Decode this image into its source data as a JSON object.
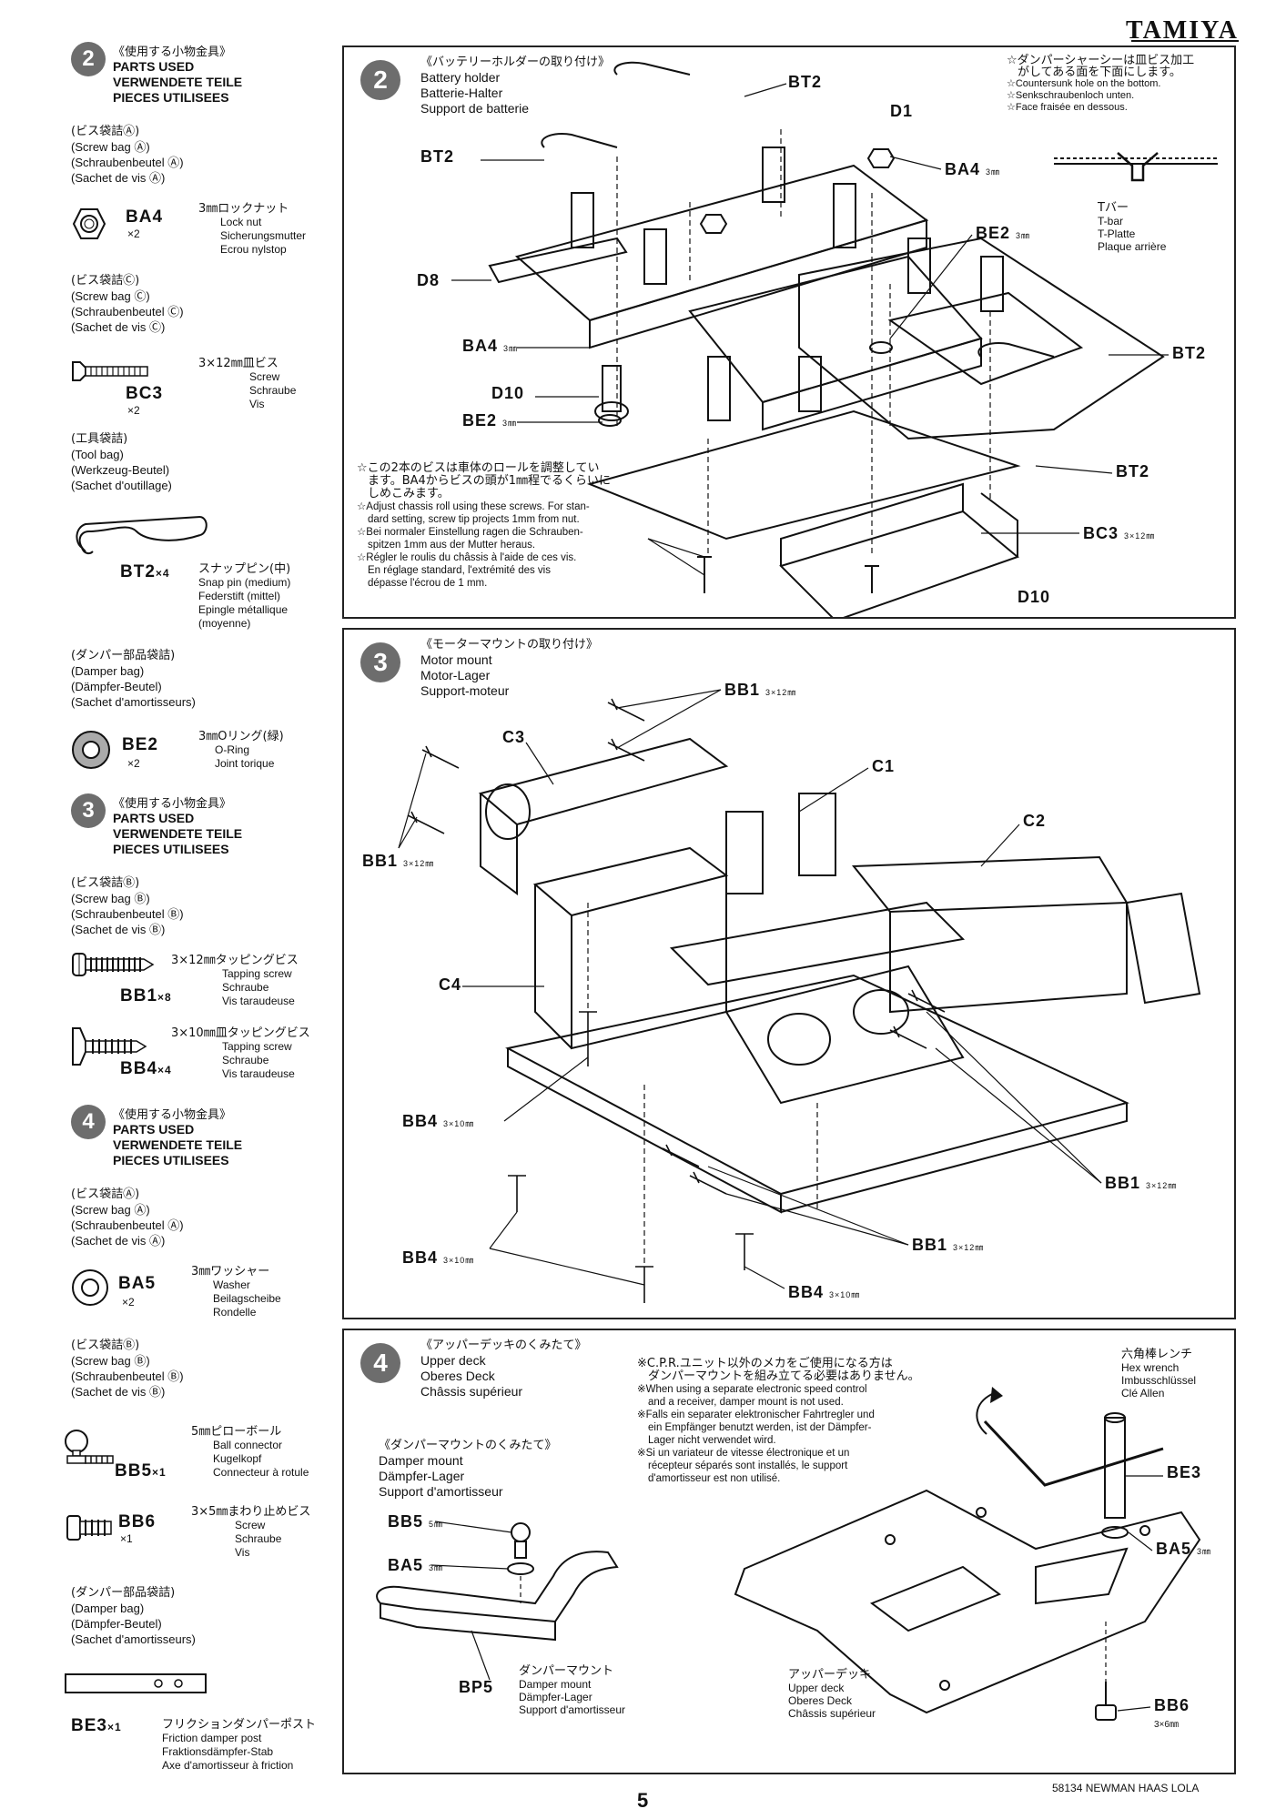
{
  "brand": "TAMIYA",
  "page_number": "5",
  "footer_model": "58134 NEWMAN HAAS LOLA",
  "sidebar": {
    "s2": {
      "num": "2",
      "jp": "《使用する小物金具》",
      "titles": [
        "PARTS USED",
        "VERWENDETE TEILE",
        "PIECES UTILISEES"
      ],
      "bagA": {
        "jp": "(ビス袋詰Ⓐ)",
        "lines": [
          "(Screw bag Ⓐ)",
          "(Schraubenbeutel Ⓐ)",
          "(Sachet de vis Ⓐ)"
        ]
      },
      "ba4": {
        "code": "BA4",
        "qty": "×2",
        "jp": "3㎜ロックナット",
        "names": [
          "Lock nut",
          "Sicherungsmutter",
          "Ecrou nylstop"
        ]
      },
      "bagC": {
        "jp": "(ビス袋詰Ⓒ)",
        "lines": [
          "(Screw bag Ⓒ)",
          "(Schraubenbeutel Ⓒ)",
          "(Sachet de vis Ⓒ)"
        ]
      },
      "bc3": {
        "code": "BC3",
        "qty": "×2",
        "jp": "3×12㎜皿ビス",
        "names": [
          "Screw",
          "Schraube",
          "Vis"
        ]
      },
      "tool": {
        "jp": "(工具袋詰)",
        "lines": [
          "(Tool bag)",
          "(Werkzeug-Beutel)",
          "(Sachet d'outillage)"
        ]
      },
      "bt2": {
        "code": "BT2",
        "qty": "×4",
        "jp": "スナップピン(中)",
        "names": [
          "Snap pin (medium)",
          "Federstift (mittel)",
          "Epingle métallique",
          "(moyenne)"
        ]
      },
      "damper": {
        "jp": "(ダンパー部品袋詰)",
        "lines": [
          "(Damper bag)",
          "(Dämpfer-Beutel)",
          "(Sachet d'amortisseurs)"
        ]
      },
      "be2": {
        "code": "BE2",
        "qty": "×2",
        "jp": "3㎜Oリング(緑)",
        "names": [
          "O-Ring",
          "Joint torique"
        ]
      }
    },
    "s3": {
      "num": "3",
      "jp": "《使用する小物金具》",
      "titles": [
        "PARTS USED",
        "VERWENDETE TEILE",
        "PIECES UTILISEES"
      ],
      "bagB": {
        "jp": "(ビス袋詰Ⓑ)",
        "lines": [
          "(Screw bag Ⓑ)",
          "(Schraubenbeutel Ⓑ)",
          "(Sachet de vis Ⓑ)"
        ]
      },
      "bb1": {
        "code": "BB1",
        "qty": "×8",
        "jp": "3×12㎜タッピングビス",
        "names": [
          "Tapping screw",
          "Schraube",
          "Vis taraudeuse"
        ]
      },
      "bb4": {
        "code": "BB4",
        "qty": "×4",
        "jp": "3×10㎜皿タッピングビス",
        "names": [
          "Tapping screw",
          "Schraube",
          "Vis taraudeuse"
        ]
      }
    },
    "s4": {
      "num": "4",
      "jp": "《使用する小物金具》",
      "titles": [
        "PARTS USED",
        "VERWENDETE TEILE",
        "PIECES UTILISEES"
      ],
      "bagA": {
        "jp": "(ビス袋詰Ⓐ)",
        "lines": [
          "(Screw bag Ⓐ)",
          "(Schraubenbeutel Ⓐ)",
          "(Sachet de vis Ⓐ)"
        ]
      },
      "ba5": {
        "code": "BA5",
        "qty": "×2",
        "jp": "3㎜ワッシャー",
        "names": [
          "Washer",
          "Beilagscheibe",
          "Rondelle"
        ]
      },
      "bagB": {
        "jp": "(ビス袋詰Ⓑ)",
        "lines": [
          "(Screw bag Ⓑ)",
          "(Schraubenbeutel Ⓑ)",
          "(Sachet de vis Ⓑ)"
        ]
      },
      "bb5": {
        "code": "BB5",
        "qty": "×1",
        "jp": "5㎜ピローボール",
        "names": [
          "Ball connector",
          "Kugelkopf",
          "Connecteur à rotule"
        ]
      },
      "bb6": {
        "code": "BB6",
        "qty": "×1",
        "jp": "3×5㎜まわり止めビス",
        "names": [
          "Screw",
          "Schraube",
          "Vis"
        ]
      },
      "damper": {
        "jp": "(ダンパー部品袋詰)",
        "lines": [
          "(Damper bag)",
          "(Dämpfer-Beutel)",
          "(Sachet d'amortisseurs)"
        ]
      },
      "be3": {
        "code": "BE3",
        "qty": "×1",
        "jp": "フリクションダンパーポスト",
        "names": [
          "Friction damper post",
          "Fraktionsdämpfer-Stab",
          "Axe d'amortisseur à friction"
        ]
      }
    }
  },
  "step2": {
    "num": "2",
    "jp": "《バッテリーホルダーの取り付け》",
    "titles": [
      "Battery holder",
      "Batterie-Halter",
      "Support de batterie"
    ],
    "note_top_jp": [
      "☆ダンパーシャーシーは皿ビス加工",
      "がしてある面を下面にします。"
    ],
    "note_top": [
      "☆Countersunk hole on the bottom.",
      "☆Senkschraubenloch unten.",
      "☆Face fraisée en dessous."
    ],
    "tbar": {
      "jp": "Tバー",
      "names": [
        "T-bar",
        "T-Platte",
        "Plaque arrière"
      ]
    },
    "note_bottom_jp": [
      "☆この2本のビスは車体のロールを調整してい",
      "ます。BA4からビスの頭が1㎜程でるくらいに",
      "しめこみます。"
    ],
    "note_bottom": [
      "☆Adjust chassis roll using these screws. For stan-",
      "dard setting, screw tip projects 1mm from nut.",
      "☆Bei normaler Einstellung ragen die Schrauben-",
      "spitzen 1mm aus der Mutter heraus.",
      "☆Régler le roulis du châssis à l'aide de ces vis.",
      "En réglage standard, l'extrémité des vis",
      "dépasse l'écrou de 1 mm."
    ],
    "labels": {
      "bt2": "BT2",
      "d1": "D1",
      "ba4": "BA4",
      "be2": "BE2",
      "d8": "D8",
      "d10": "D10",
      "bc3": "BC3",
      "mm3": "3㎜",
      "bc3size": "3×12㎜"
    }
  },
  "step3": {
    "num": "3",
    "jp": "《モーターマウントの取り付け》",
    "titles": [
      "Motor mount",
      "Motor-Lager",
      "Support-moteur"
    ],
    "labels": {
      "bb1": "BB1",
      "c1": "C1",
      "c2": "C2",
      "c3": "C3",
      "c4": "C4",
      "bb4": "BB4",
      "size12": "3×12㎜",
      "size10": "3×10㎜"
    }
  },
  "step4": {
    "num": "4",
    "jp": "《アッパーデッキのくみたて》",
    "titles": [
      "Upper deck",
      "Oberes Deck",
      "Châssis supérieur"
    ],
    "note_jp": [
      "※C.P.R.ユニット以外のメカをご使用になる方は",
      "ダンパーマウントを組み立てる必要はありません。"
    ],
    "note": [
      "※When using a separate electronic speed control",
      "and a receiver, damper mount is not used.",
      "※Falls ein separater elektronischer Fahrtregler und",
      "ein Empfänger benutzt werden, ist der Dämpfer-",
      "Lager nicht verwendet wird.",
      "※Si un variateur de vitesse électronique et un",
      "récepteur séparés sont installés, le support",
      "d'amortisseur est non utilisé."
    ],
    "damper_jp": "《ダンパーマウントのくみたて》",
    "damper_titles": [
      "Damper mount",
      "Dämpfer-Lager",
      "Support d'amortisseur"
    ],
    "hex": {
      "jp": "六角棒レンチ",
      "names": [
        "Hex wrench",
        "Imbusschlüssel",
        "Clé Allen"
      ]
    },
    "bp5": {
      "code": "BP5",
      "jp": "ダンパーマウント",
      "names": [
        "Damper mount",
        "Dämpfer-Lager",
        "Support d'amortisseur"
      ]
    },
    "upper": {
      "jp": "アッパーデッキ",
      "names": [
        "Upper deck",
        "Oberes Deck",
        "Châssis supérieur"
      ]
    },
    "labels": {
      "bb5": "BB5",
      "ba5": "BA5",
      "be3": "BE3",
      "bb6": "BB6",
      "mm5": "5㎜",
      "mm3": "3㎜",
      "bb6size": "3×6㎜"
    }
  }
}
